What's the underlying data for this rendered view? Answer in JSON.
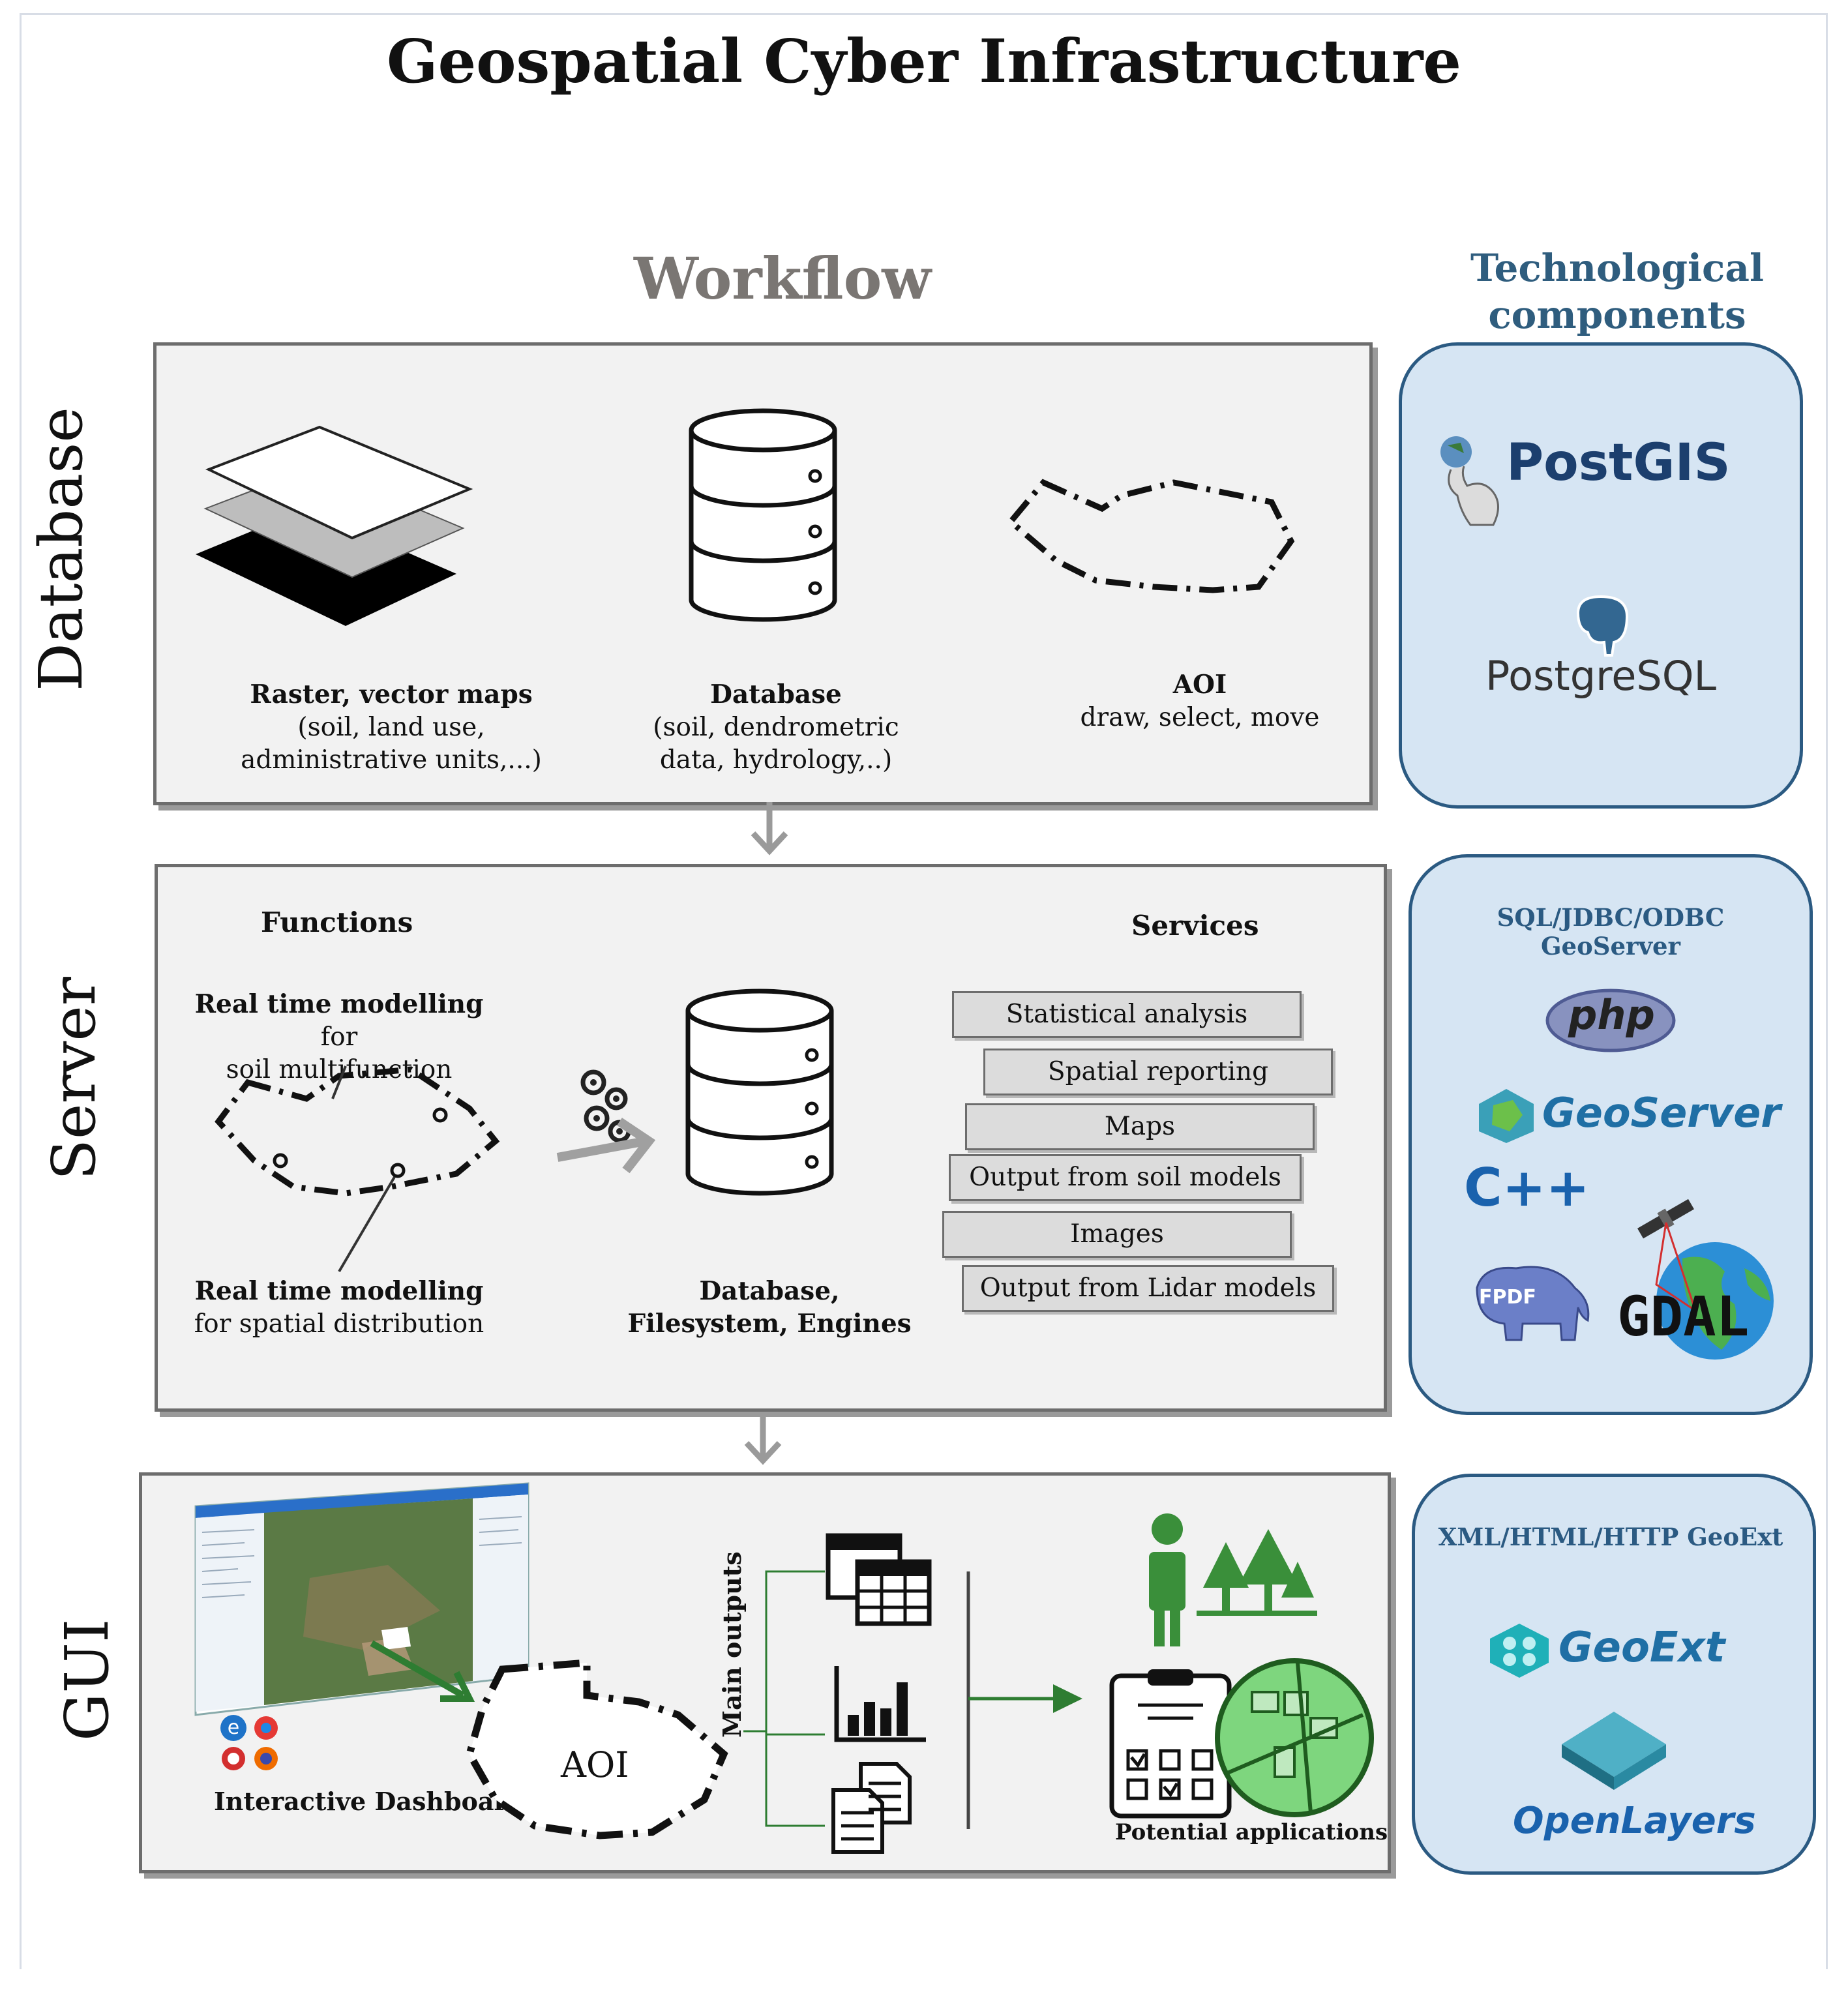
{
  "title": "Geospatial Cyber Infrastructure",
  "workflow_label": "Workflow",
  "tech_title": [
    "Technological",
    "components"
  ],
  "rows": {
    "database": {
      "label": "Database",
      "items": [
        {
          "title": "Raster, vector maps",
          "lines": [
            "(soil, land use,",
            "administrative units,...)"
          ]
        },
        {
          "title": "Database",
          "lines": [
            "(soil, dendrometric",
            "data, hydrology,..)"
          ]
        },
        {
          "title": "AOI",
          "lines": [
            "draw, select, move"
          ]
        }
      ]
    },
    "server": {
      "label": "Server",
      "functions_title": "Functions",
      "services_title": "Services",
      "func_top": {
        "bold": "Real time modelling",
        "rest": " for",
        "line2": "soil multifunction"
      },
      "func_bottom": {
        "bold": "Real time modelling",
        "line2": "for spatial distribution"
      },
      "engine_caption": [
        "Database,",
        "Filesystem, Engines"
      ],
      "services": [
        "Statistical analysis",
        "Spatial reporting",
        "Maps",
        "Output from soil models",
        "Images",
        "Output from Lidar models"
      ]
    },
    "gui": {
      "label": "GUI",
      "dashboard_caption": "Interactive Dashboard",
      "aoi": "AOI",
      "main_outputs": "Main outputs",
      "potential": "Potential applications"
    }
  },
  "tech": {
    "database": [
      "PostGIS",
      "PostgreSQL"
    ],
    "server_header": "SQL/JDBC/ODBC GeoServer",
    "server": [
      "php",
      "GeoServer",
      "C++",
      "FPDF",
      "GDAL"
    ],
    "gui_header": "XML/HTML/HTTP GeoExt",
    "gui": [
      "GeoExt",
      "OpenLayers"
    ]
  },
  "colors": {
    "panel_bg": "#f2f2f2",
    "tech_bg": "#d6e5f3",
    "tech_border": "#2b5a82",
    "green": "#2e8b2e"
  }
}
